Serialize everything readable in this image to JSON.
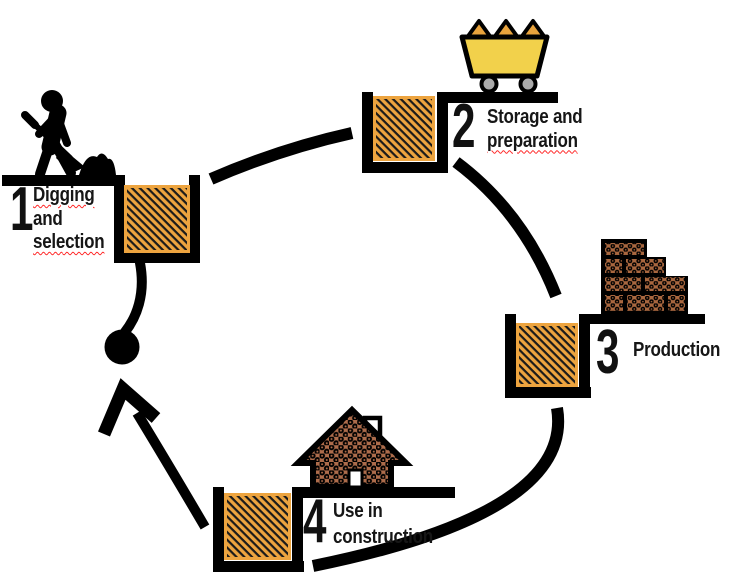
{
  "diagram": {
    "name": "brick-lifecycle-diagram",
    "stages": [
      {
        "number": "1",
        "icon": "digger-icon",
        "label_lines": [
          {
            "text": "Digging",
            "misspelled": true
          },
          {
            "text": "and",
            "misspelled": false
          },
          {
            "text": "selection",
            "misspelled": true
          }
        ]
      },
      {
        "number": "2",
        "icon": "mine-cart-icon",
        "label_lines": [
          {
            "text": "Storage and",
            "misspelled": false
          },
          {
            "text": "preparation",
            "misspelled": true
          }
        ]
      },
      {
        "number": "3",
        "icon": "bricks-icon",
        "label_lines": [
          {
            "text": "Production",
            "misspelled": false
          }
        ]
      },
      {
        "number": "4",
        "icon": "house-icon",
        "label_lines": [
          {
            "text": "Use in",
            "misspelled": false
          },
          {
            "text": "construction",
            "misspelled": false
          }
        ]
      }
    ]
  },
  "colors": {
    "square-orange": "#EDA43F",
    "hatch-black": "#1A1A1A",
    "cart-yellow": "#F2D14B",
    "ore-orange": "#E8A33D",
    "wheel-gray": "#ABABAB",
    "brick-brown": "#A9673F",
    "house-brown": "#AD6C4B",
    "line-black": "#000000",
    "squiggle-red": "#FF2020"
  }
}
